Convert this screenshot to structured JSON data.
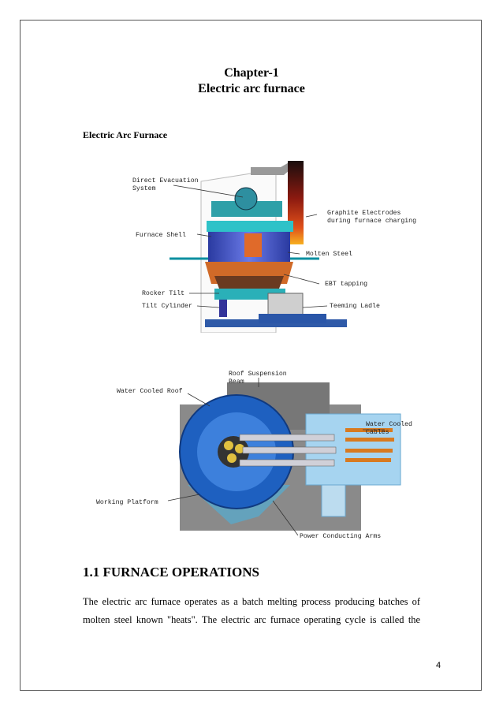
{
  "chapter": {
    "number": "Chapter-1",
    "title": "Electric arc furnace"
  },
  "figure_heading": "Electric Arc Furnace",
  "figure1": {
    "labels": {
      "direct_evacuation_1": "Direct Evacuation",
      "direct_evacuation_2": "System",
      "graphite_1": "Graphite Electrodes",
      "graphite_2": "during furnace charging",
      "furnace_shell": "Furnace Shell",
      "molten_steel": "Molten Steel",
      "ebt_tapping": "EBT tapping",
      "rocker_tilt": "Rocker Tilt",
      "tilt_cylinder": "Tilt Cylinder",
      "teeming_ladle": "Teeming Ladle"
    }
  },
  "figure2": {
    "labels": {
      "roof_suspension_1": "Roof Suspension",
      "roof_suspension_2": "Beam",
      "water_cooled_roof": "Water Cooled Roof",
      "water_cooled_cables_1": "Water Cooled",
      "water_cooled_cables_2": "Cables",
      "working_platform": "Working Platform",
      "power_conducting_arms": "Power Conducting Arms"
    }
  },
  "section": {
    "heading": "1.1 FURNACE OPERATIONS",
    "line1": "The electric arc furnace operates as a batch melting process producing batches of",
    "line2": "molten steel known \"heats\". The electric arc furnace operating cycle is called the"
  },
  "page_number": "4"
}
